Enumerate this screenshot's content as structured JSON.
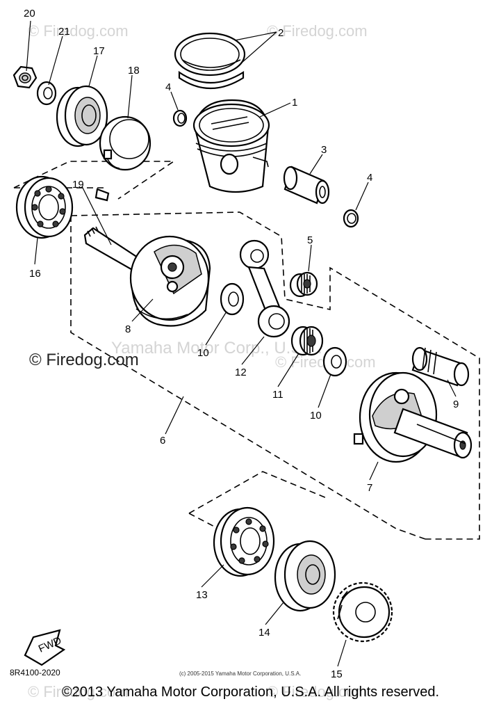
{
  "watermarks": {
    "site": "© Firedog.com",
    "company": "Yamaha Motor Corp., U.S.A."
  },
  "callouts": [
    "20",
    "21",
    "17",
    "18",
    "2",
    "4",
    "1",
    "3",
    "4",
    "19",
    "16",
    "5",
    "8",
    "10",
    "12",
    "11",
    "10",
    "9",
    "6",
    "7",
    "13",
    "14",
    "15"
  ],
  "footer": {
    "part_code": "8R4100-2020",
    "small_copyright": "(c) 2005-2015 Yamaha Motor Corporation, U.S.A.",
    "copyright": "©2013 Yamaha Motor Corporation, U.S.A. All rights reserved."
  },
  "fwd_label": "FWD"
}
